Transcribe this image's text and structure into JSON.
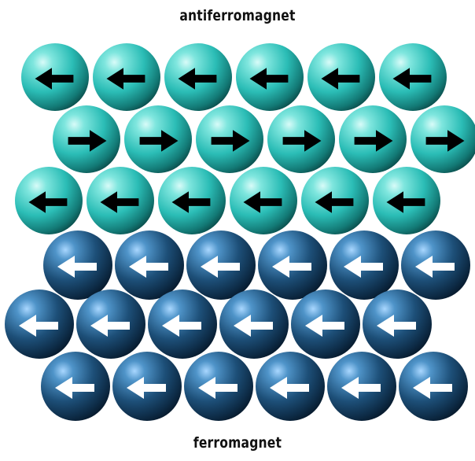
{
  "labels": {
    "top": "antiferromagnet",
    "bottom": "ferromagnet"
  },
  "regions": {
    "antiferromagnet": {
      "sphere_color": "#2ec4bd",
      "arrow_color": "#000000",
      "rows": [
        {
          "spin_direction": "left",
          "count": 6
        },
        {
          "spin_direction": "right",
          "count": 6
        },
        {
          "spin_direction": "left",
          "count": 6
        }
      ]
    },
    "ferromagnet": {
      "sphere_color": "#1d4f78",
      "arrow_color": "#ffffff",
      "rows": [
        {
          "spin_direction": "left",
          "count": 6
        },
        {
          "spin_direction": "left",
          "count": 6
        },
        {
          "spin_direction": "left",
          "count": 6
        }
      ]
    }
  }
}
